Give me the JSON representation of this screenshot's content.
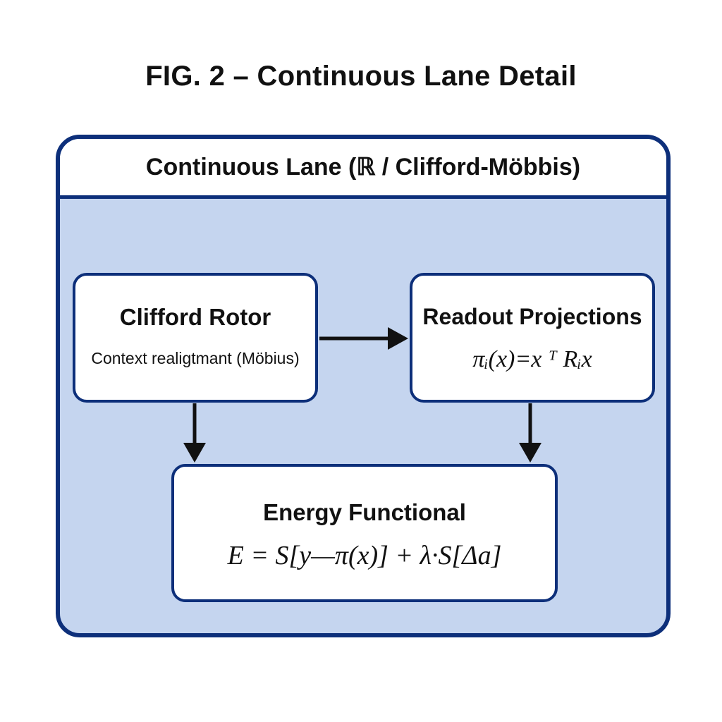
{
  "figure": {
    "title": "FIG. 2 – Continuous Lane Detail"
  },
  "lane": {
    "title": "Continuous Lane (ℝ / Clifford-Möbbis)"
  },
  "nodes": {
    "clifford_rotor": {
      "title": "Clifford Rotor",
      "subtitle": "Context realigtmant (Möbius)"
    },
    "readout_projections": {
      "title": "Readout Projections",
      "formula": "πᵢ(x)=x ᵀ Rᵢx"
    },
    "energy_functional": {
      "title": "Energy Functional",
      "formula": "E = S[y—π(x)] + λ·S[Δa]"
    }
  },
  "colors": {
    "border": "#0d2f7a",
    "lane_fill": "#c5d5ef",
    "box_fill": "#ffffff",
    "arrow": "#111111"
  }
}
